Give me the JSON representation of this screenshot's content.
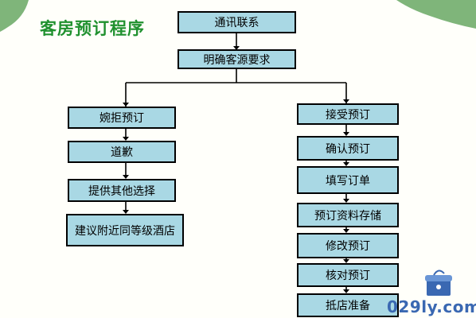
{
  "title": "客房预订程序",
  "top_steps": [
    "通讯联系",
    "明确客源要求"
  ],
  "left_branch": [
    "婉拒预订",
    "道歉",
    "提供其他选择",
    "建议附近同等级酒店"
  ],
  "right_branch": [
    "接受预订",
    "确认预订",
    "填写订单",
    "预订资料存储",
    "修改预订",
    "核对预订",
    "抵店准备"
  ],
  "watermark": "029ly.com",
  "colors": {
    "box_fill": "#a9d8e4",
    "title_green": "#20912f",
    "decor_green": "#7fb57a",
    "watermark_blue": "#3a68b2"
  }
}
